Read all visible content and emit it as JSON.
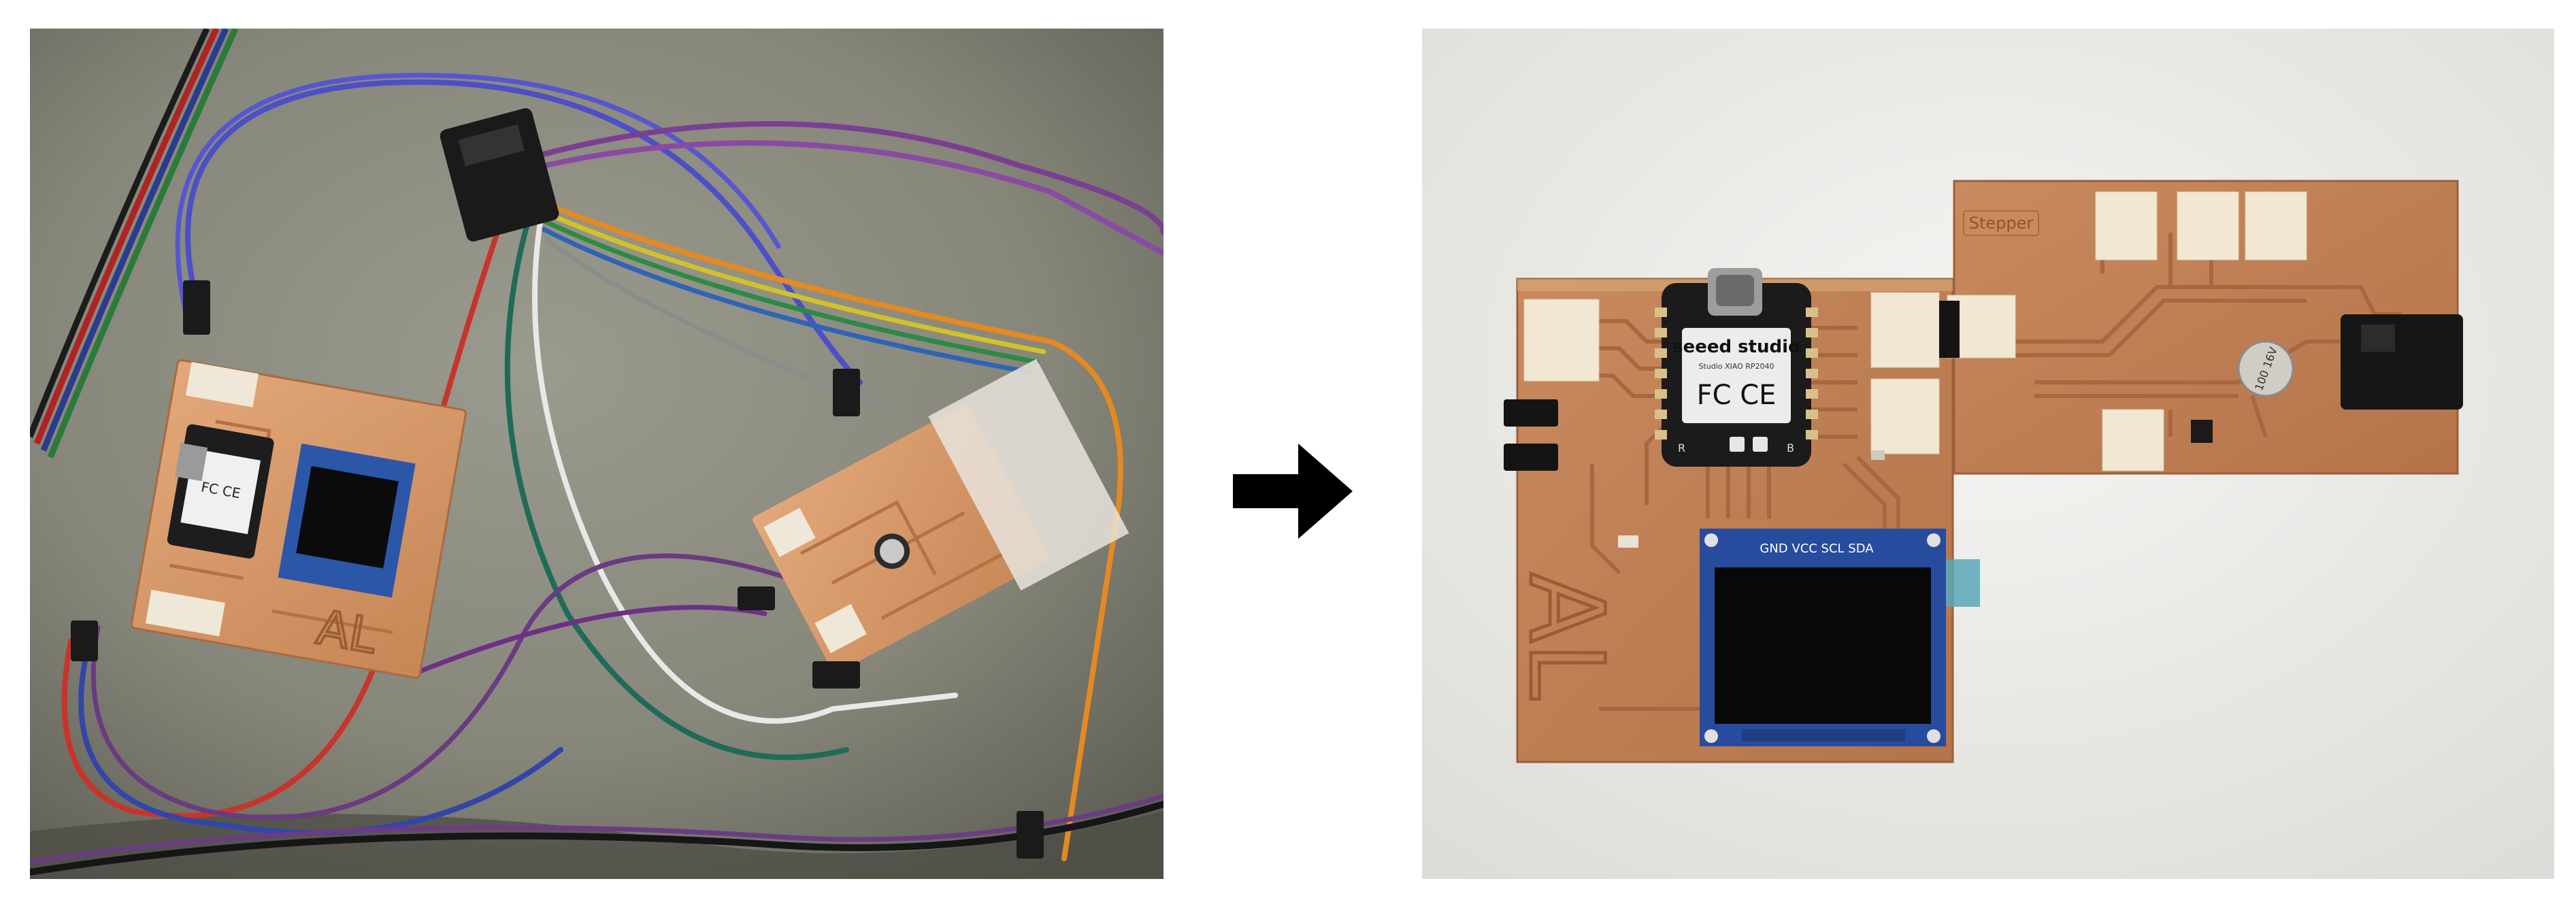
{
  "left_photo": {
    "board_a": {
      "initials": "AL"
    }
  },
  "right_photo": {
    "main_board": {
      "initials": "AL",
      "mcu_brand": "seeed studio",
      "mcu_model": "Studio XIAO RP2040",
      "mcu_marks": "FC CE",
      "pad_r": "R",
      "pad_b": "B",
      "oled_pins": "GND VCC SCL SDA"
    },
    "stepper_board": {
      "label": "Stepper",
      "capacitor_marks": "100 16V"
    }
  },
  "colors": {
    "copper": "#c07f55",
    "copper_light": "#d69a6d",
    "header_white": "#f1e7d2",
    "oled_blue": "#274c9e",
    "usb_black": "#1b1b1b",
    "carpet_grey": "#858579",
    "backdrop": "#ececea"
  }
}
